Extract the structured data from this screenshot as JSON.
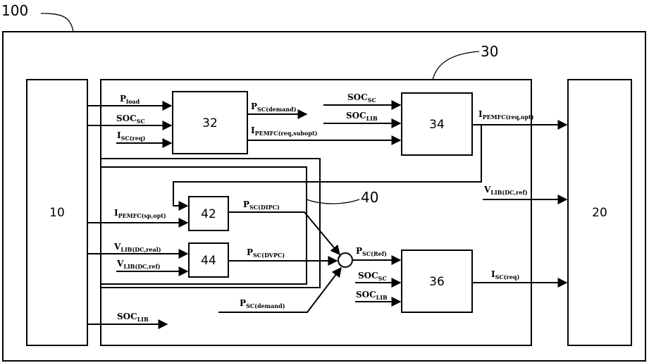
{
  "refs": {
    "system": "100",
    "controller": "30",
    "sub_controller": "40"
  },
  "blocks": {
    "b10": "10",
    "b20": "20",
    "b32": "32",
    "b34": "34",
    "b36": "36",
    "b42": "42",
    "b44": "44"
  },
  "signals": {
    "p_load": {
      "main": "P",
      "sub": "load"
    },
    "soc_sc_32": {
      "main": "SOC",
      "sub": "SC"
    },
    "i_sc_req_in": {
      "main": "I",
      "sub": "SC(req)"
    },
    "p_sc_demand_out": {
      "main": "P",
      "sub": "SC(demand)"
    },
    "i_pemfc_subopt": {
      "main": "I",
      "sub": "PEMFC(req,subopt)"
    },
    "soc_sc_34": {
      "main": "SOC",
      "sub": "SC"
    },
    "soc_lib_34": {
      "main": "SOC",
      "sub": "LIB"
    },
    "i_pemfc_opt": {
      "main": "I",
      "sub": "PEMFC(req,opt)"
    },
    "v_lib_ref_out": {
      "main": "V",
      "sub": "LIB(DC,ref)"
    },
    "i_pemfc_sp": {
      "main": "I",
      "sub": "PEMFC(sp,opt)"
    },
    "p_sc_dipc": {
      "main": "P",
      "sub": "SC(DIPC)"
    },
    "v_lib_real": {
      "main": "V",
      "sub": "LIB(DC,real)"
    },
    "v_lib_ref_in": {
      "main": "V",
      "sub": "LIB(DC,ref)"
    },
    "p_sc_dvpc": {
      "main": "P",
      "sub": "SC(DVPC)"
    },
    "p_sc_ref": {
      "main": "P",
      "sub": "SC(Ref)"
    },
    "soc_sc_36": {
      "main": "SOC",
      "sub": "SC"
    },
    "soc_lib_36": {
      "main": "SOC",
      "sub": "LIB"
    },
    "i_sc_req_out": {
      "main": "I",
      "sub": "SC(req)"
    },
    "p_sc_demand_in": {
      "main": "P",
      "sub": "SC(demand)"
    },
    "soc_lib_bottom": {
      "main": "SOC",
      "sub": "LIB"
    }
  },
  "summing_junction": {
    "signs": [
      "+",
      "+"
    ]
  }
}
